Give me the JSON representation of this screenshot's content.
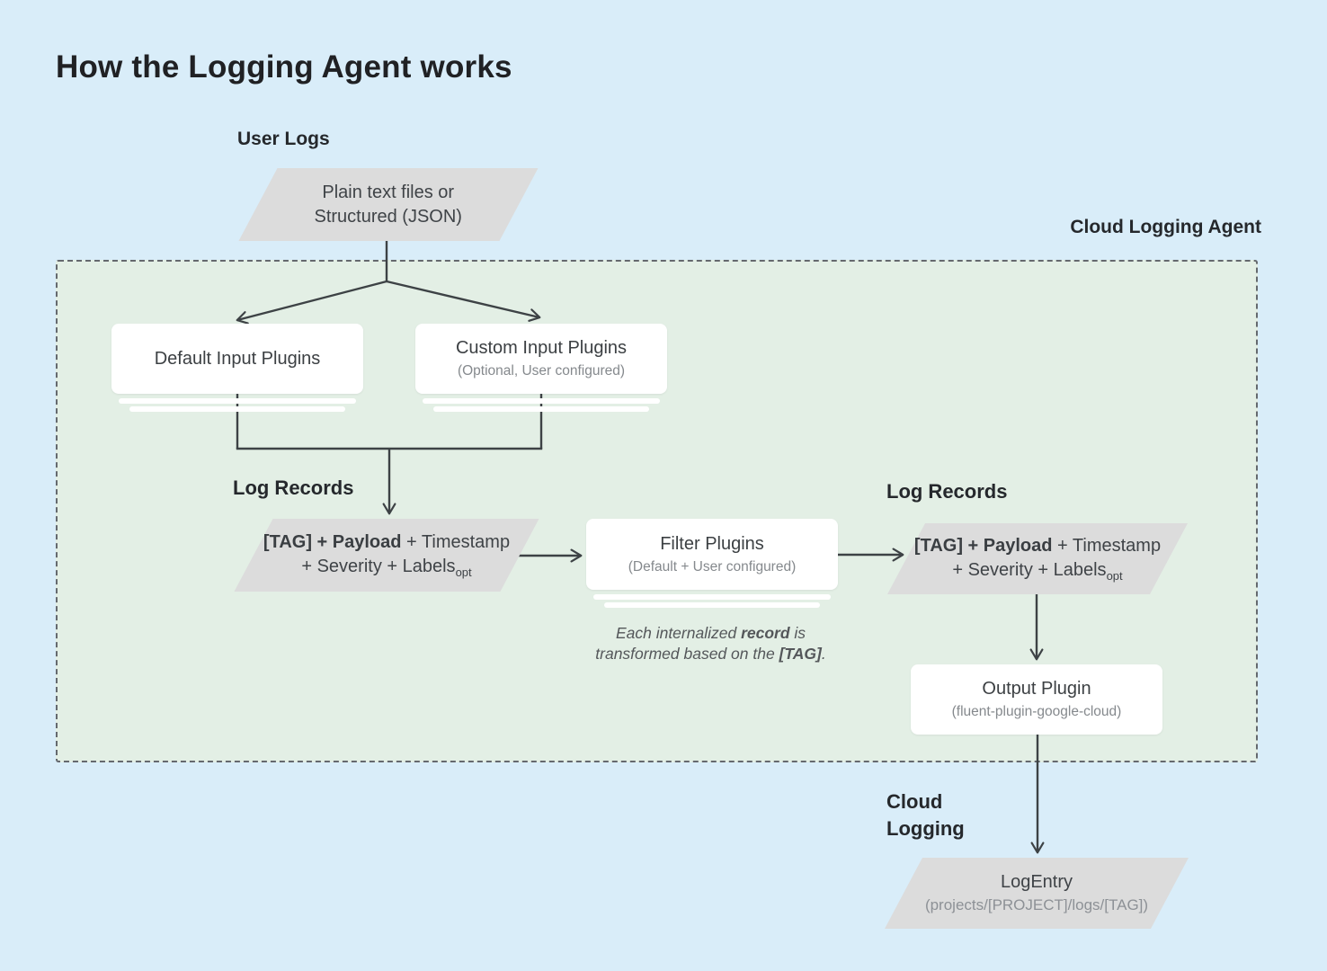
{
  "title": "How the Logging Agent works",
  "labels": {
    "user_logs": "User Logs",
    "cloud_logging_agent": "Cloud Logging Agent",
    "log_records_left": "Log Records",
    "log_records_right": "Log Records",
    "cloud_logging": {
      "line1": "Cloud",
      "line2": "Logging"
    }
  },
  "nodes": {
    "user_logs_source": {
      "line1": "Plain text files or",
      "line2": "Structured (JSON)"
    },
    "default_input_plugins": {
      "title": "Default Input Plugins"
    },
    "custom_input_plugins": {
      "title": "Custom Input Plugins",
      "subtitle": "(Optional, User configured)"
    },
    "log_record": {
      "line1_bold": "[TAG] + Payload",
      "line1_rest": " + Timestamp",
      "line2_main": "+ Severity + Labels",
      "line2_sub": "opt"
    },
    "filter_plugins": {
      "title": "Filter Plugins",
      "subtitle": "(Default + User configured)"
    },
    "output_plugin": {
      "title": "Output Plugin",
      "subtitle": "(fluent-plugin-google-cloud)"
    },
    "log_entry": {
      "title": "LogEntry",
      "subtitle": "(projects/[PROJECT]/logs/[TAG])"
    }
  },
  "note": {
    "line1": {
      "a": "Each internalized ",
      "b": "record",
      "c": " is"
    },
    "line2": {
      "a": "transformed based on the ",
      "b": "[TAG]",
      "c": "."
    }
  },
  "colors": {
    "background": "#d9edf9",
    "agent_region_fill": "#e3efe5",
    "agent_region_border": "#65696e",
    "node_fill": "#ffffff",
    "parallelogram_fill": "#dcdcdc",
    "connector": "#3d4245",
    "text_primary": "#3c4043",
    "text_secondary": "#85898d",
    "title_text": "#202124"
  }
}
